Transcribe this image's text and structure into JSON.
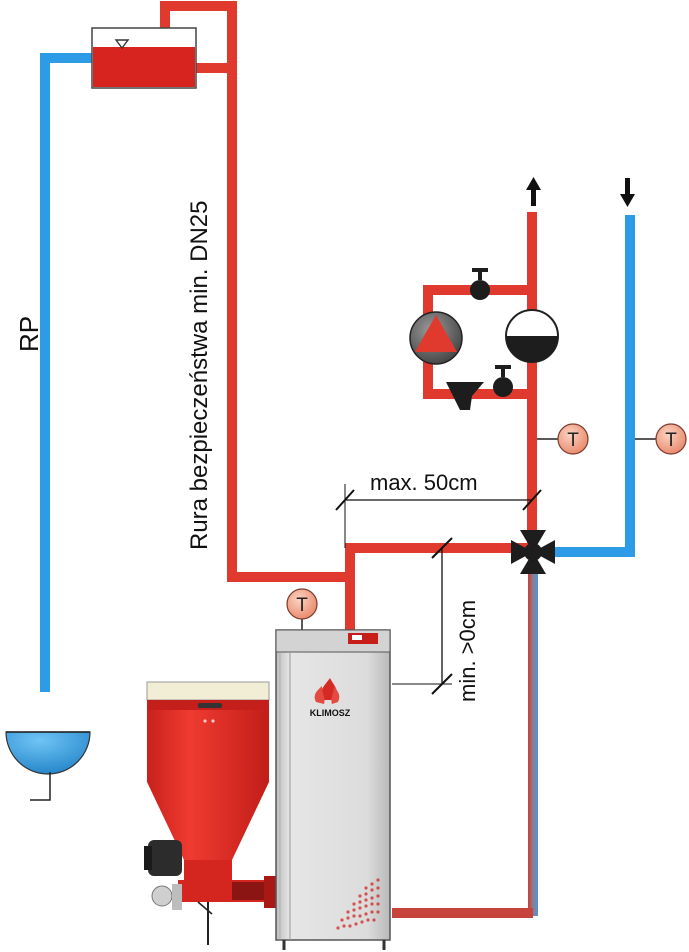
{
  "labels": {
    "rp": "RP",
    "safety_pipe": "Rura bezpieczeństwa min. DN25",
    "max_distance": "max. 50cm",
    "min_distance": "min. >0cm",
    "brand": "KLIMOSZ"
  },
  "sensors": {
    "boiler_outlet": "T",
    "supply_line": "T",
    "return_line": "T"
  },
  "icons": {
    "expansion_tank": "open-expansion-tank-icon",
    "pump": "circulation-pump-icon",
    "membrane_tank": "membrane-expansion-tank-icon",
    "filter": "strainer-filter-icon",
    "valve": "shutoff-valve-icon",
    "mixing_valve": "four-way-mixing-valve-icon",
    "drain": "drain-funnel-icon",
    "flow_out": "arrow-up-icon",
    "flow_in": "arrow-down-icon"
  },
  "colors": {
    "hot_pipe": "#e03a2e",
    "cold_pipe": "#2e9be6",
    "sensor_fill": "#f2a283",
    "boiler_body": "#d9d9d9",
    "hopper": "#e8312a"
  }
}
